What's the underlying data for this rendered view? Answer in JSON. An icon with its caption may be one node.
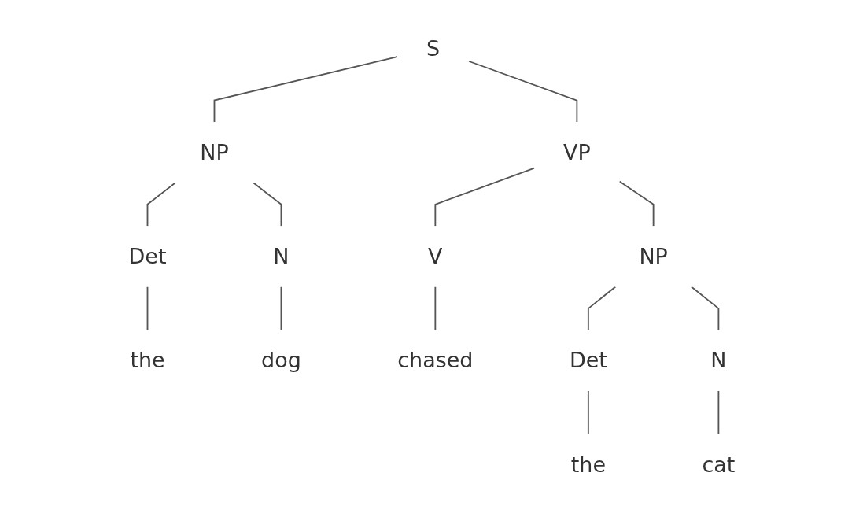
{
  "diagram": {
    "nodes": [
      {
        "text": [
          "S"
        ]
      },
      {
        "text": [
          "NP"
        ]
      },
      {
        "text": [
          "VP"
        ]
      },
      {
        "text": [
          "Det"
        ]
      },
      {
        "text": [
          "N"
        ]
      },
      {
        "text": [
          "the"
        ]
      },
      {
        "text": [
          "dog"
        ]
      },
      {
        "text": [
          "V"
        ]
      },
      {
        "text": [
          "chased"
        ]
      },
      {
        "text": [
          "NP"
        ]
      },
      {
        "text": [
          "Det"
        ]
      },
      {
        "text": [
          "N"
        ]
      },
      {
        "text": [
          "the"
        ]
      },
      {
        "text": [
          "cat"
        ]
      }
    ],
    "edges": [
      {
        "from": 0,
        "to": 1,
        "arrow": "none"
      },
      {
        "from": 0,
        "to": 2,
        "arrow": "none"
      },
      {
        "from": 1,
        "to": 3,
        "arrow": "none"
      },
      {
        "from": 1,
        "to": 4,
        "arrow": "none"
      },
      {
        "from": 3,
        "to": 5,
        "arrow": "none"
      },
      {
        "from": 4,
        "to": 6,
        "arrow": "none"
      },
      {
        "from": 2,
        "to": 7,
        "arrow": "none"
      },
      {
        "from": 2,
        "to": 9,
        "arrow": "none"
      },
      {
        "from": 7,
        "to": 8,
        "arrow": "none"
      },
      {
        "from": 9,
        "to": 10,
        "arrow": "none"
      },
      {
        "from": 9,
        "to": 11,
        "arrow": "none"
      },
      {
        "from": 10,
        "to": 12,
        "arrow": "none"
      },
      {
        "from": 11,
        "to": 13,
        "arrow": "none"
      }
    ]
  }
}
